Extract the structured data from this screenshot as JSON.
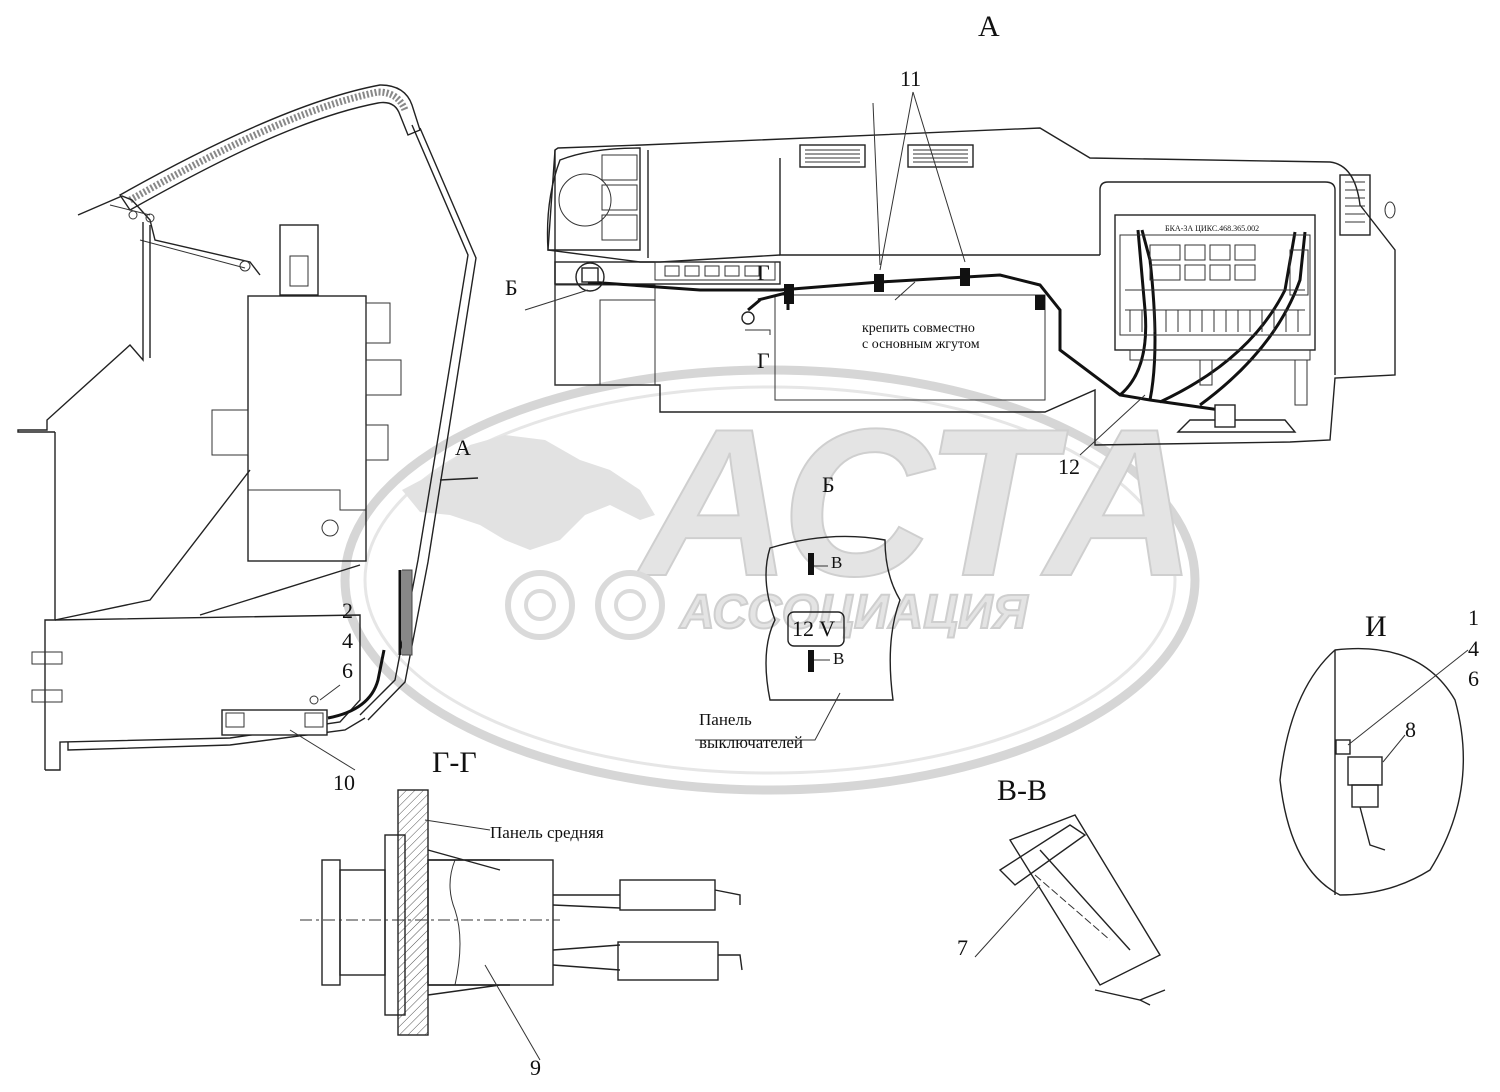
{
  "labels": {
    "view_a_top": "А",
    "callout_11": "11",
    "callout_b_view": "Б",
    "section_g_top": "Г",
    "section_g_bottom": "Г",
    "note_line1": "крепить совместно",
    "note_line2": "с основным жгутом",
    "controller_label": "БКА-3А ЦИКС.468.365.002",
    "callout_12": "12",
    "view_a_arrow": "А",
    "detail_b_title": "Б",
    "socket_label": "12 V",
    "section_v_mark_top": "В",
    "section_v_mark_bottom": "В",
    "switch_panel_line1": "Панель",
    "switch_panel_line2": "выключателей",
    "callout_2": "2",
    "callout_4_left": "4",
    "callout_6_left": "6",
    "callout_10": "10",
    "section_gg_title": "Г-Г",
    "middle_panel": "Панель средняя",
    "callout_9": "9",
    "section_vv_title": "В-В",
    "callout_7": "7",
    "detail_i_title": "И",
    "callout_1": "1",
    "callout_4_right": "4",
    "callout_6_right": "6",
    "callout_8": "8",
    "watermark_main": "АСТА",
    "watermark_sub": "АССОЦИАЦИЯ"
  },
  "icons": {
    "wm_left_gear": "gear-icon",
    "wm_right_gear": "gear-icon"
  }
}
